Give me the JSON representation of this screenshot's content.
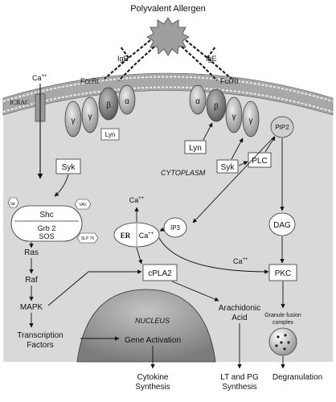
{
  "title": "Polyvalent Allergen",
  "labels": {
    "ige_left": "IgE",
    "ige_right": "IgE",
    "fceri_left": "FcεRI",
    "fceri_right": "FcεRI",
    "ca_in": "Ca",
    "ca_sup": "++",
    "icrac": "ICRAC",
    "alpha": "α",
    "beta": "β",
    "gamma": "γ",
    "lyn_small": "Lyn",
    "lyn": "Lyn",
    "syk_left": "Syk",
    "syk_right": "Syk",
    "plc": "PLC",
    "pip2": "PIP2",
    "cytoplasm": "CYTOPLASM",
    "ca_er_top": "Ca",
    "er": "ER",
    "ca_er": "Ca",
    "ip3": "IP3",
    "dag": "DAG",
    "ca_pkc": "Ca",
    "pkc": "PKC",
    "shc": "Shc",
    "grb2": "Grb 2",
    "sos": "SOS",
    "hex_lat": "lat",
    "hex_vav": "VAV",
    "hex_slp": "SLP 76",
    "ras": "Ras",
    "raf": "Raf",
    "mapk": "MAPK",
    "cpla2": "cPLA2",
    "nucleus": "NUCLEUS",
    "gene_activation": "Gene Activation",
    "transcription_1": "Transcription",
    "transcription_2": "Factors",
    "arachidonic_1": "Arachidonic",
    "arachidonic_2": "Acid",
    "granule_1": "Granule fusion",
    "granule_2": "complex",
    "cytokine_1": "Cytokine",
    "cytokine_2": "Synthesis",
    "ltpg_1": "LT and PG",
    "ltpg_2": "Synthesis",
    "degranulation": "Degranulation"
  }
}
